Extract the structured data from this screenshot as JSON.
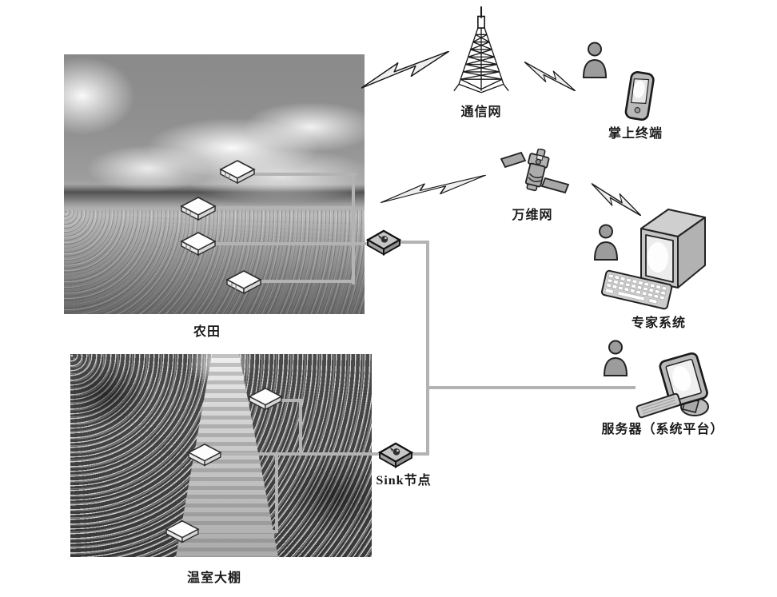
{
  "labels": {
    "farmland": "农田",
    "greenhouse": "温室大棚",
    "comm_network": "通信网",
    "handheld": "掌上终端",
    "www": "万维网",
    "expert_system": "专家系统",
    "server": "服务器（系统平台）",
    "sink": "Sink节点"
  },
  "colors": {
    "background": "#ffffff",
    "connector_gray": "#b3b3b3",
    "icon_gray": "#a8a8a8",
    "outline": "#1a1a1a",
    "sensor_node_white": "#fdfdfd"
  },
  "components": {
    "farmland_sensor_nodes": 4,
    "greenhouse_sensor_nodes": 3,
    "sink_nodes": 2,
    "wireless_links": 4,
    "users": 3
  }
}
